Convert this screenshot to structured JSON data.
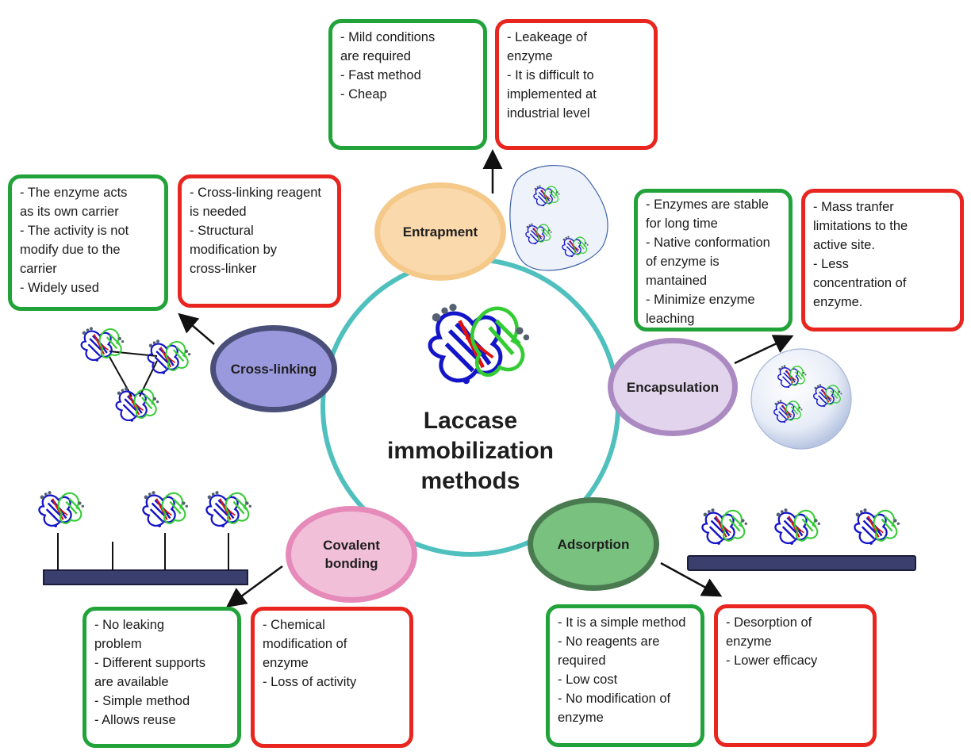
{
  "title": "Laccase\nimmobilization\nmethods",
  "methods": {
    "entrapment": {
      "label": "Entrapment",
      "pros": [
        "- Mild conditions",
        "are required",
        "- Fast method",
        "- Cheap"
      ],
      "cons": [
        "- Leakeage of",
        "enzyme",
        "- It is difficult to",
        "implemented at",
        "industrial level"
      ]
    },
    "crosslinking": {
      "label": "Cross-linking",
      "pros": [
        "- The enzyme acts",
        "as its own carrier",
        "- The activity is not",
        "modify due to the",
        "carrier",
        "- Widely used"
      ],
      "cons": [
        "- Cross-linking reagent",
        "is needed",
        "- Structural",
        "modification by",
        "cross-linker"
      ]
    },
    "encapsulation": {
      "label": "Encapsulation",
      "pros": [
        "- Enzymes are stable",
        "for long time",
        "- Native conformation",
        "of enzyme is",
        "mantained",
        "- Minimize enzyme",
        "leaching"
      ],
      "cons": [
        "- Mass tranfer",
        "limitations to the",
        "active site.",
        "- Less",
        "concentration of",
        "enzyme."
      ]
    },
    "covalent": {
      "label": "Covalent\nbonding",
      "pros": [
        "- No leaking",
        "problem",
        "- Different supports",
        "are available",
        "- Simple method",
        "- Allows reuse"
      ],
      "cons": [
        "- Chemical",
        "modification of",
        "enzyme",
        "- Loss of activity"
      ]
    },
    "adsorption": {
      "label": "Adsorption",
      "pros": [
        "- It is a simple method",
        "- No reagents are",
        "required",
        "- Low cost",
        "- No modification of",
        "enzyme"
      ],
      "cons": [
        "- Desorption of",
        "enzyme",
        "- Lower efficacy"
      ]
    }
  },
  "colors": {
    "advantage_border": "#22a33a",
    "disadvantage_border": "#e8261f",
    "central_circle": "#4fc0bd",
    "entrapment": "#f5c98a",
    "crosslinking": "#9a99de",
    "encapsulation": "#d7c6e4",
    "covalent": "#f2bfd9",
    "adsorption": "#78c17f",
    "support_bar": "#3b3f6e",
    "protein_blue": "#1414c8",
    "protein_green": "#33cc33",
    "protein_red": "#e01010"
  }
}
